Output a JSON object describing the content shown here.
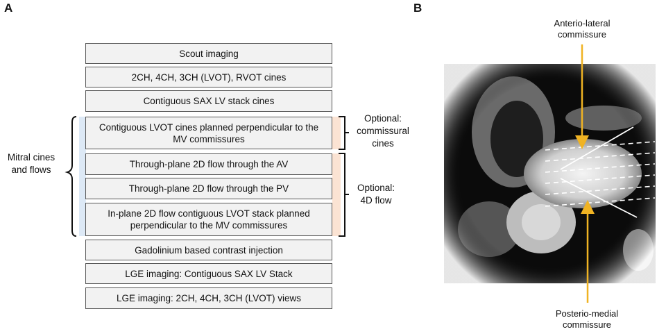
{
  "panel_a": {
    "letter": "A",
    "steps": [
      "Scout imaging",
      "2CH, 4CH, 3CH (LVOT), RVOT cines",
      "Contiguous SAX LV stack cines",
      "Contiguous LVOT cines planned perpendicular to the MV commissures",
      "Through-plane 2D flow through the  AV",
      "Through-plane 2D flow through the  PV",
      "In-plane 2D flow contiguous LVOT stack planned perpendicular to the MV commissures",
      "Gadolinium based contrast injection",
      "LGE imaging: Contiguous SAX LV Stack",
      "LGE imaging: 2CH, 4CH, 3CH (LVOT) views"
    ],
    "left_group_label": "Mitral cines and flows",
    "right_group_1": "Optional: commissural cines",
    "right_group_2": "Optional: 4D flow"
  },
  "panel_b": {
    "letter": "B",
    "top_annotation": "Anterio-lateral commissure",
    "bottom_annotation": "Posterio-medial commissure",
    "arrow_color": "#f0b323",
    "image_description_icon": "cardiac-mri-image"
  }
}
